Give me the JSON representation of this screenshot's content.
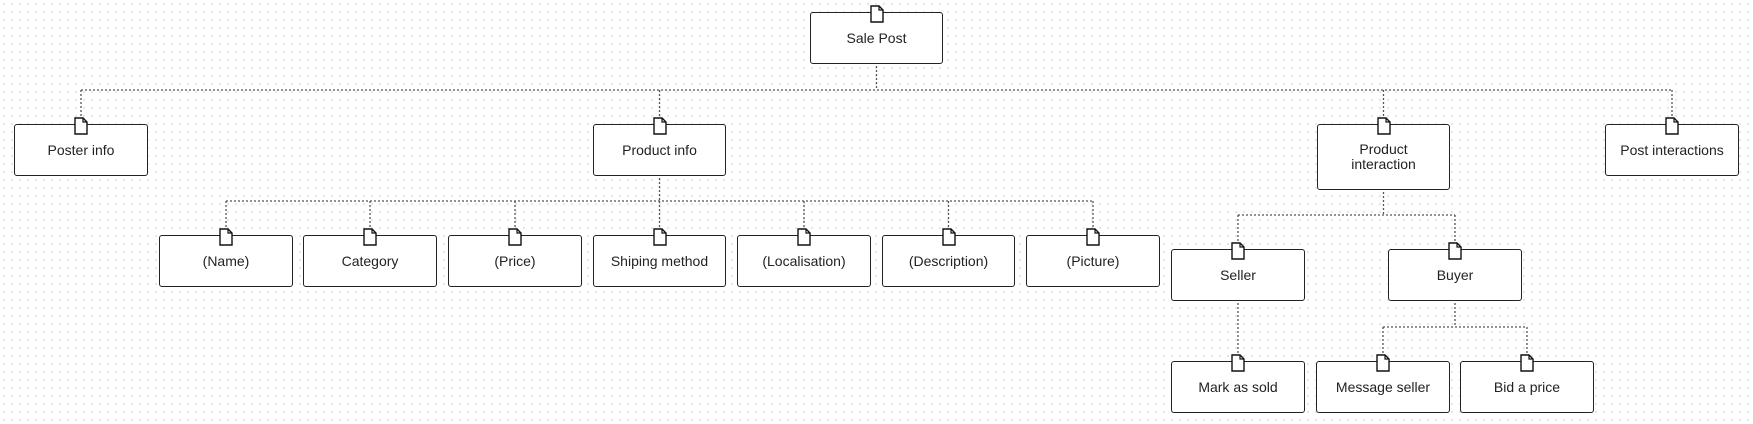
{
  "diagram": {
    "nodes": {
      "sale_post": {
        "label": "Sale Post",
        "icon": "document-icon"
      },
      "poster_info": {
        "label": "Poster info",
        "icon": "document-icon"
      },
      "product_info": {
        "label": "Product info",
        "icon": "document-icon"
      },
      "product_interaction": {
        "label": "Product\ninteraction",
        "icon": "document-icon"
      },
      "post_interactions": {
        "label": "Post interactions",
        "icon": "document-icon"
      },
      "name": {
        "label": "(Name)",
        "icon": "document-icon"
      },
      "category": {
        "label": "Category",
        "icon": "document-icon"
      },
      "price": {
        "label": "(Price)",
        "icon": "document-icon"
      },
      "shiping_method": {
        "label": "Shiping method",
        "icon": "document-icon"
      },
      "localisation": {
        "label": "(Localisation)",
        "icon": "document-icon"
      },
      "description": {
        "label": "(Description)",
        "icon": "document-icon"
      },
      "picture": {
        "label": "(Picture)",
        "icon": "document-icon"
      },
      "seller": {
        "label": "Seller",
        "icon": "document-icon"
      },
      "buyer": {
        "label": "Buyer",
        "icon": "document-icon"
      },
      "mark_as_sold": {
        "label": "Mark as sold",
        "icon": "document-icon"
      },
      "message_seller": {
        "label": "Message seller",
        "icon": "document-icon"
      },
      "bid_a_price": {
        "label": "Bid a price",
        "icon": "document-icon"
      }
    },
    "edges": [
      [
        "sale_post",
        "poster_info"
      ],
      [
        "sale_post",
        "product_info"
      ],
      [
        "sale_post",
        "product_interaction"
      ],
      [
        "sale_post",
        "post_interactions"
      ],
      [
        "product_info",
        "name"
      ],
      [
        "product_info",
        "category"
      ],
      [
        "product_info",
        "price"
      ],
      [
        "product_info",
        "shiping_method"
      ],
      [
        "product_info",
        "localisation"
      ],
      [
        "product_info",
        "description"
      ],
      [
        "product_info",
        "picture"
      ],
      [
        "product_interaction",
        "seller"
      ],
      [
        "product_interaction",
        "buyer"
      ],
      [
        "seller",
        "mark_as_sold"
      ],
      [
        "buyer",
        "message_seller"
      ],
      [
        "buyer",
        "bid_a_price"
      ]
    ]
  }
}
